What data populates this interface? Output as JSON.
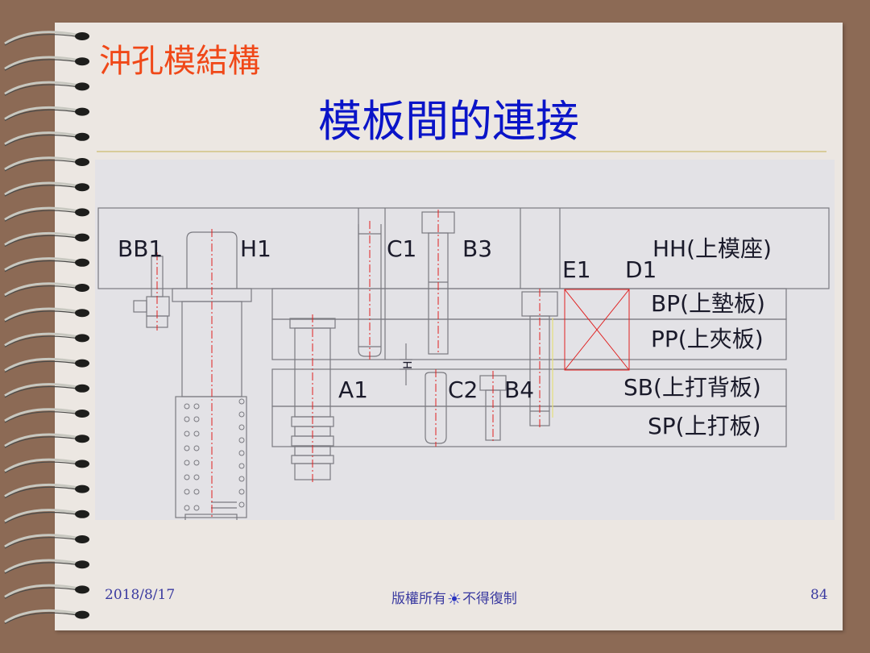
{
  "slide": {
    "subtitle": "沖孔模結構",
    "title": "模板間的連接"
  },
  "diagram": {
    "part_labels": {
      "bb1": "BB1",
      "h1": "H1",
      "c1": "C1",
      "b3": "B3",
      "e1": "E1",
      "d1": "D1",
      "a1": "A1",
      "c2": "C2",
      "b4": "B4",
      "dimension": "H"
    },
    "plate_labels": {
      "hh": "HH(上模座)",
      "bp": "BP(上墊板)",
      "pp": "PP(上夾板)",
      "sb": "SB(上打背板)",
      "sp": "SP(上打板)"
    }
  },
  "footer": {
    "date": "2018/8/17",
    "copyright_left": "版權所有",
    "copyright_right": "不得復制",
    "page": "84"
  },
  "colors": {
    "subtitle": "#f04818",
    "title": "#0a14c8",
    "centerline": "#e02020",
    "outline": "#7a7a80",
    "page_background": "#ece7e2",
    "border_background": "#8c6a55"
  },
  "icons": {
    "footer_separator": "sun-icon",
    "binding": "spiral-binding-icon"
  }
}
